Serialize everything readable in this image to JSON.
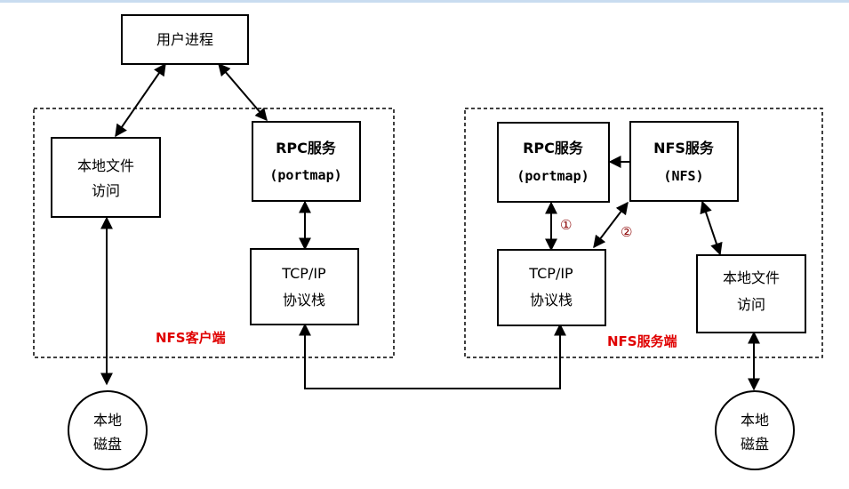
{
  "nodes": {
    "user_process": "用户进程",
    "client_local_file_l1": "本地文件",
    "client_local_file_l2": "访问",
    "client_rpc_l1": "RPC服务",
    "client_rpc_l2": "(portmap)",
    "client_tcpip_l1": "TCP/IP",
    "client_tcpip_l2": "协议栈",
    "server_rpc_l1": "RPC服务",
    "server_rpc_l2": "(portmap)",
    "server_nfs_l1": "NFS服务",
    "server_nfs_l2": "(NFS)",
    "server_tcpip_l1": "TCP/IP",
    "server_tcpip_l2": "协议栈",
    "server_local_file_l1": "本地文件",
    "server_local_file_l2": "访问",
    "client_disk_l1": "本地",
    "client_disk_l2": "磁盘",
    "server_disk_l1": "本地",
    "server_disk_l2": "磁盘"
  },
  "regions": {
    "client_label": "NFS客户端",
    "server_label": "NFS服务端"
  },
  "markers": {
    "step1": "①",
    "step2": "②"
  },
  "colors": {
    "region_label": "#e00000",
    "step_marker": "#8b0000",
    "stroke": "#000000"
  }
}
